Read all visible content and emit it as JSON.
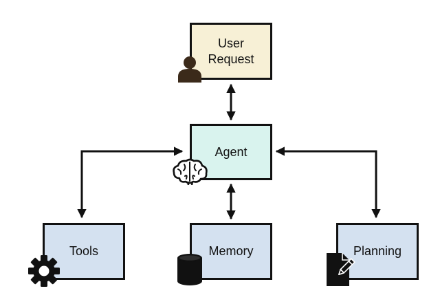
{
  "nodes": {
    "user_request": {
      "label_line1": "User",
      "label_line2": "Request",
      "fill": "#f7f0d6"
    },
    "agent": {
      "label": "Agent",
      "fill": "#d9f3ee"
    },
    "tools": {
      "label": "Tools",
      "fill": "#d4e1f0"
    },
    "memory": {
      "label": "Memory",
      "fill": "#d4e1f0"
    },
    "planning": {
      "label": "Planning",
      "fill": "#d4e1f0"
    }
  },
  "icons": {
    "user_request": "person-icon",
    "agent": "brain-icon",
    "tools": "gear-icon",
    "memory": "database-icon",
    "planning": "document-edit-icon"
  },
  "edges": [
    {
      "from": "user_request",
      "to": "agent",
      "arrowheads": "both"
    },
    {
      "from": "agent",
      "to": "tools",
      "arrowheads": "both"
    },
    {
      "from": "agent",
      "to": "memory",
      "arrowheads": "both"
    },
    {
      "from": "agent",
      "to": "planning",
      "arrowheads": "both"
    }
  ],
  "colors": {
    "stroke": "#111111",
    "icon": "#111111",
    "person_icon": "#3b2a1a"
  }
}
